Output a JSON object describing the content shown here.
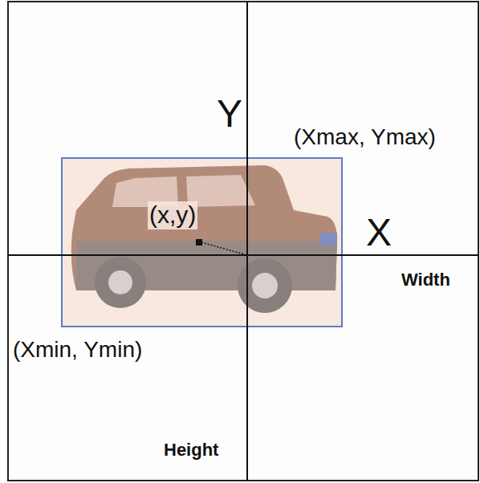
{
  "diagram": {
    "labels": [
      "Y",
      "(Xmax, Ymax)",
      "(x,y)",
      "X",
      "Width",
      "(Xmin, Ymin)",
      "Height"
    ]
  }
}
